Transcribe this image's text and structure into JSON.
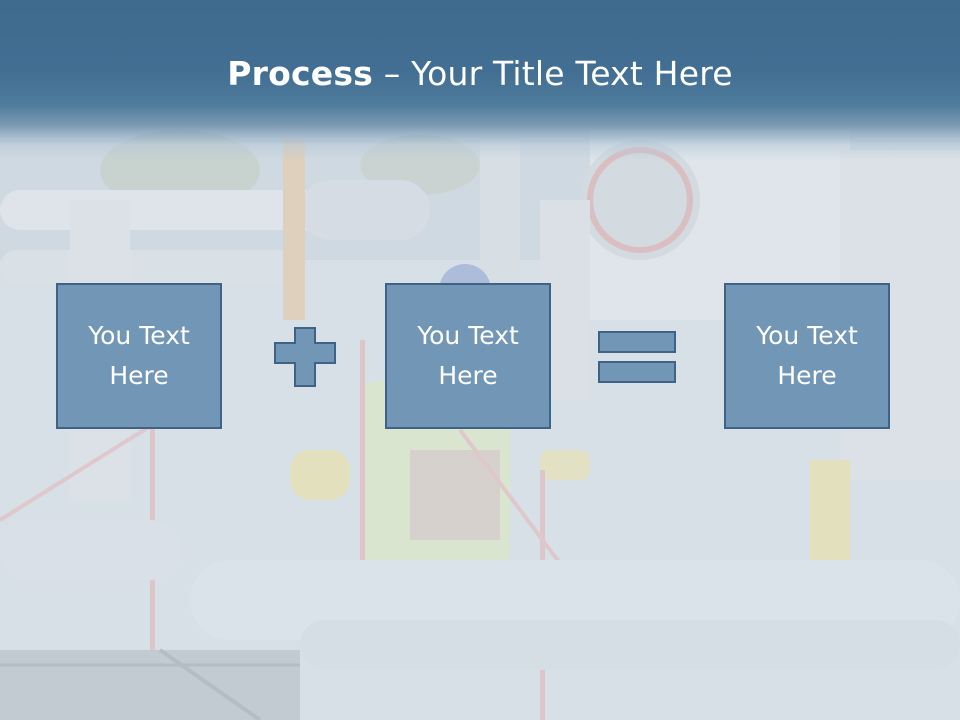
{
  "slide": {
    "title_bold": "Process",
    "title_rest": " – Your Title Text Here",
    "boxes": [
      {
        "text": "You Text Here"
      },
      {
        "text": "You Text Here"
      },
      {
        "text": "You Text Here"
      }
    ],
    "operators": {
      "plus": "plus-icon",
      "equals": "equals-icon"
    }
  },
  "colors": {
    "header": "#416e92",
    "box_fill": "#7296b6",
    "box_border": "#3f6285",
    "text": "#ffffff"
  }
}
